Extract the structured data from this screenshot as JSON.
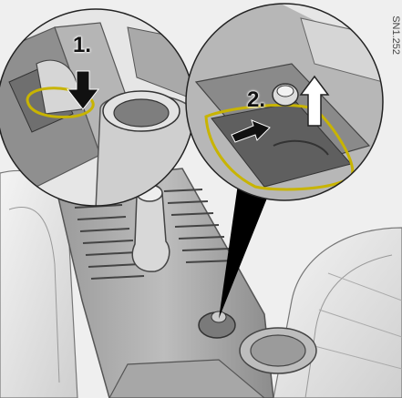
{
  "figure": {
    "steps": [
      {
        "label": "1."
      },
      {
        "label": "2."
      }
    ],
    "reference_code": "SN1.252",
    "colors": {
      "highlight_outline": "#c8b400",
      "arrow": "#111111",
      "background": "#efefef"
    },
    "icons": [
      "push-down-arrow-icon",
      "slide-arrow-icon",
      "lift-arrow-icon"
    ]
  }
}
